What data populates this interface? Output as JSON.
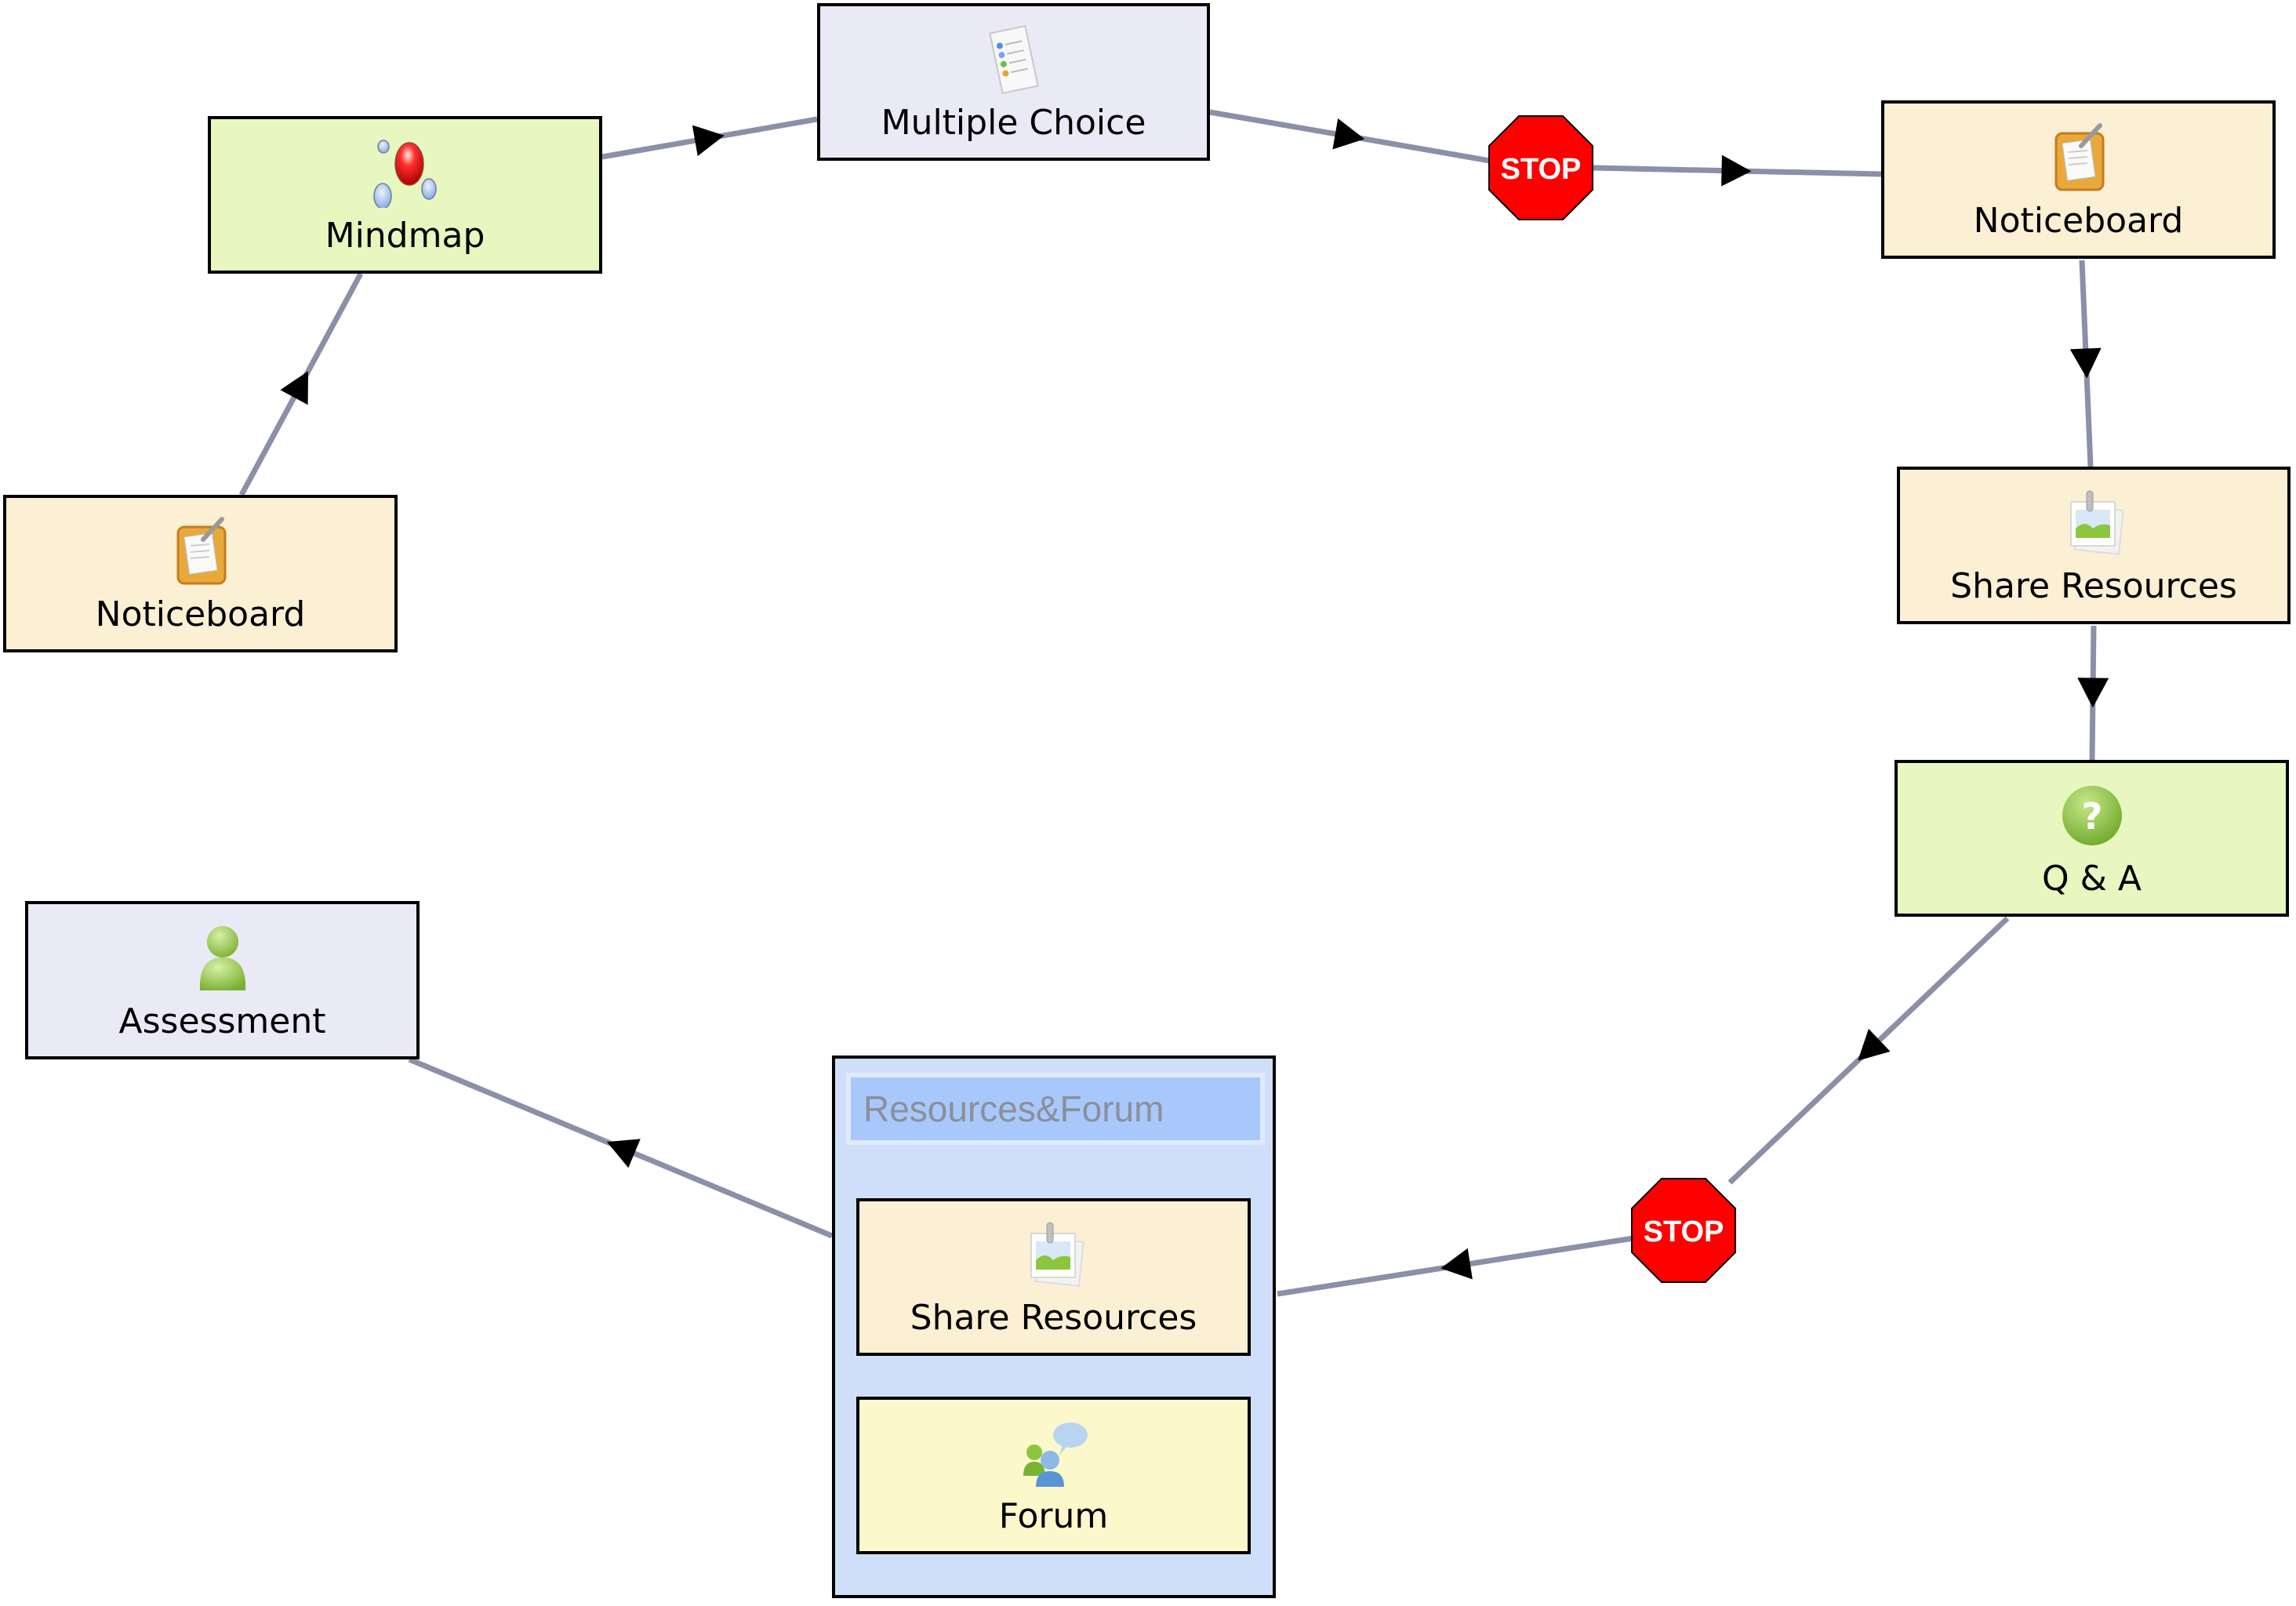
{
  "diagram": {
    "type": "learning-design-sequence",
    "nodes": [
      {
        "id": "noticeboard-1",
        "label": "Noticeboard",
        "icon": "noticeboard-icon",
        "color": "#fbf0d4"
      },
      {
        "id": "mindmap",
        "label": "Mindmap",
        "icon": "mindmap-icon",
        "color": "#e8f7c0"
      },
      {
        "id": "multiple-choice",
        "label": "Multiple Choice",
        "icon": "multiple-choice-icon",
        "color": "#eae9f6"
      },
      {
        "id": "stop-1",
        "label": "STOP",
        "icon": "stop-sign-icon",
        "color": "#ff0000"
      },
      {
        "id": "noticeboard-2",
        "label": "Noticeboard",
        "icon": "noticeboard-icon",
        "color": "#fbf0d4"
      },
      {
        "id": "share-resources-1",
        "label": "Share Resources",
        "icon": "share-resources-icon",
        "color": "#fbf0d4"
      },
      {
        "id": "qa",
        "label": "Q & A",
        "icon": "question-icon",
        "color": "#e8f7c0"
      },
      {
        "id": "stop-2",
        "label": "STOP",
        "icon": "stop-sign-icon",
        "color": "#ff0000"
      },
      {
        "id": "group",
        "label": "Resources&Forum",
        "color": "#cfdffa",
        "children": [
          {
            "id": "share-resources-2",
            "label": "Share Resources",
            "icon": "share-resources-icon",
            "color": "#fbf0d4"
          },
          {
            "id": "forum",
            "label": "Forum",
            "icon": "forum-icon",
            "color": "#fcf8cc"
          }
        ]
      },
      {
        "id": "assessment",
        "label": "Assessment",
        "icon": "assessment-icon",
        "color": "#eae9f6"
      }
    ],
    "edges": [
      {
        "from": "noticeboard-1",
        "to": "mindmap"
      },
      {
        "from": "mindmap",
        "to": "multiple-choice"
      },
      {
        "from": "multiple-choice",
        "to": "stop-1"
      },
      {
        "from": "stop-1",
        "to": "noticeboard-2"
      },
      {
        "from": "noticeboard-2",
        "to": "share-resources-1"
      },
      {
        "from": "share-resources-1",
        "to": "qa"
      },
      {
        "from": "qa",
        "to": "stop-2"
      },
      {
        "from": "stop-2",
        "to": "group"
      },
      {
        "from": "group",
        "to": "assessment"
      }
    ],
    "edge_color": "#8b8fa8",
    "arrow_color": "#000000"
  },
  "labels": {
    "noticeboard_1": "Noticeboard",
    "mindmap": "Mindmap",
    "multiple_choice": "Multiple Choice",
    "stop_1": "STOP",
    "noticeboard_2": "Noticeboard",
    "share_resources_1": "Share Resources",
    "qa": "Q & A",
    "stop_2": "STOP",
    "group_title": "Resources&Forum",
    "share_resources_2": "Share Resources",
    "forum": "Forum",
    "assessment": "Assessment"
  }
}
